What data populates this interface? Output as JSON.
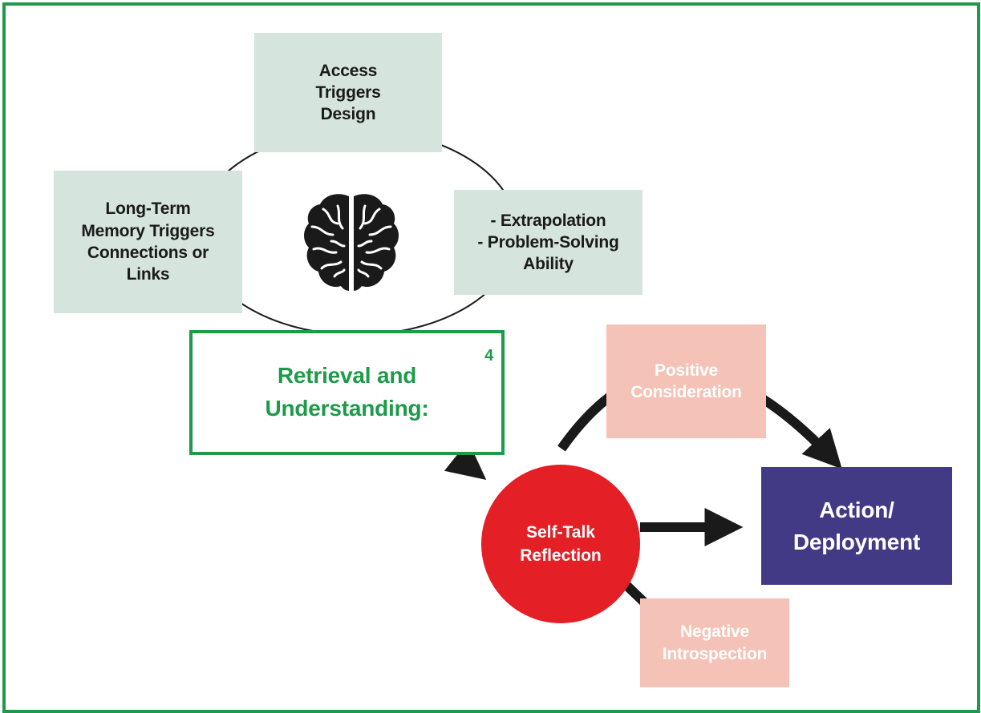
{
  "colors": {
    "frame": "#1e9a4a",
    "grey_box": "#d6e4de",
    "pink_box": "#f4c2b6",
    "stage_text": "#1e9a4a",
    "action_box": "#433a86",
    "self_talk_circle": "#e41f26",
    "arrows": "#1a1a1a"
  },
  "icons": {
    "brain": "brain-icon"
  },
  "boxes": {
    "top": "Access\nTriggers\nDesign",
    "left": "Long-Term\nMemory Triggers\nConnections or\nLinks",
    "right": "- Extrapolation\n- Problem-Solving\nAbility"
  },
  "stage": {
    "title": "Retrieval and\nUnderstanding:",
    "number": "4"
  },
  "self_talk": "Self-Talk\nReflection",
  "positive": "Positive\nConsideration",
  "negative": "Negative\nIntrospection",
  "action": "Action/\nDeployment"
}
